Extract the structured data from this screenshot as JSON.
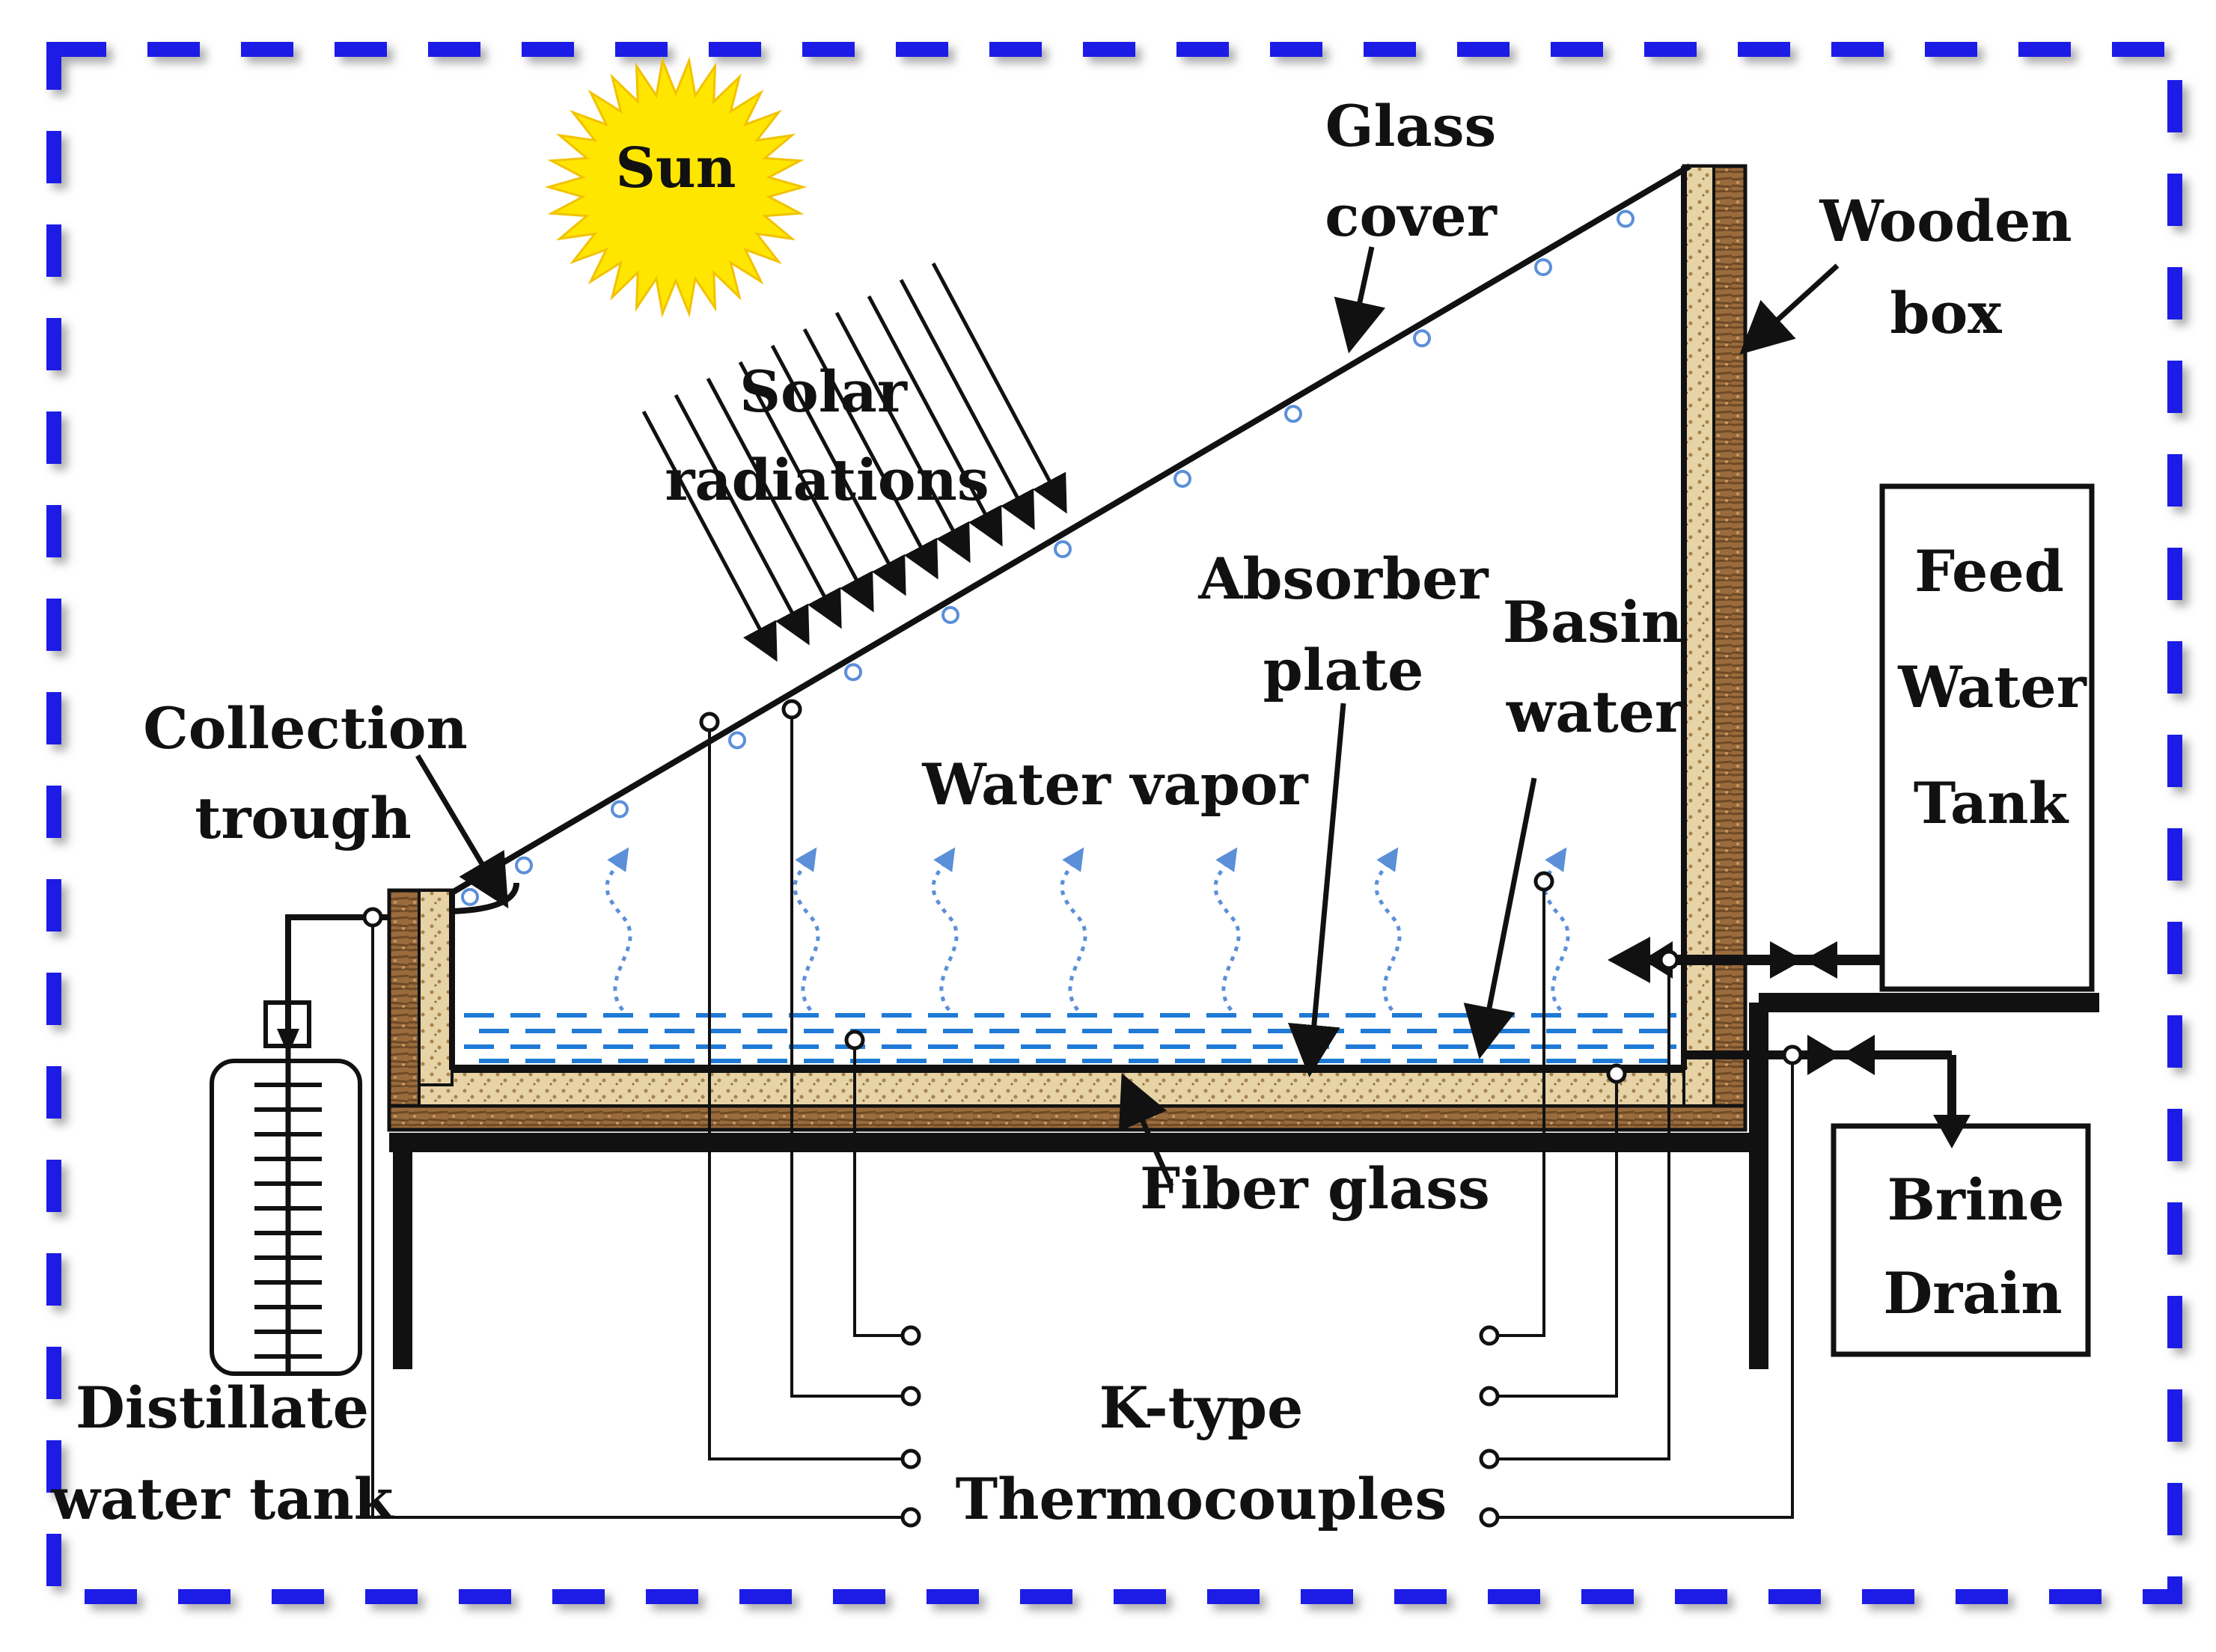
{
  "colors": {
    "frame": "#1a1ae6",
    "wood": "#9a6b3c",
    "wood_dark": "#6e4a26",
    "fiberglass": "#e6d3a6",
    "water": "#1f7ad6",
    "vapor": "#5b8fd8",
    "sun": "#ffe600",
    "sun_edge": "#f2c200",
    "line": "#111111"
  },
  "labels": {
    "sun": "Sun",
    "solar_radiations": [
      "Solar",
      "radiations"
    ],
    "glass_cover": [
      "Glass",
      "cover"
    ],
    "wooden_box": [
      "Wooden",
      "box"
    ],
    "collection_trough": [
      "Collection",
      "trough"
    ],
    "water_vapor": "Water vapor",
    "absorber_plate": [
      "Absorber",
      "plate"
    ],
    "basin_water": [
      "Basin",
      "water"
    ],
    "feed_water_tank": [
      "Feed",
      "Water",
      "Tank"
    ],
    "brine_drain": [
      "Brine",
      "Drain"
    ],
    "fiber_glass": "Fiber glass",
    "distillate_water_tank": [
      "Distillate",
      "water tank"
    ],
    "thermocouples": [
      "K-type",
      "Thermocouples"
    ]
  },
  "icons": {
    "sun": "sun-icon",
    "valve": "valve-icon",
    "tank": "distillate-tank-icon"
  }
}
